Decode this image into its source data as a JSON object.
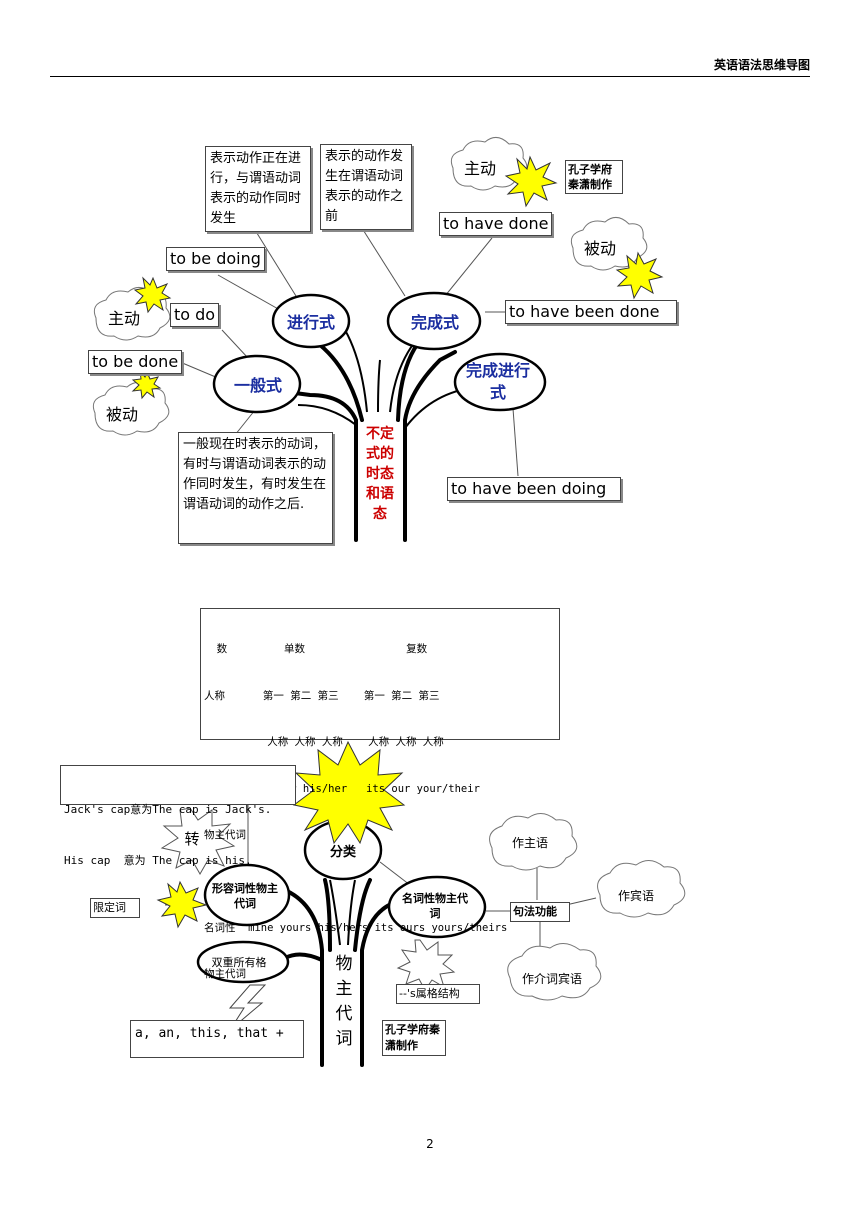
{
  "header": {
    "title": "英语语法思维导图"
  },
  "page_number": "2",
  "diagram1": {
    "trunk_label": "不定式的时态和语态",
    "nodes": {
      "simple": "一般式",
      "progressive": "进行式",
      "perfect": "完成式",
      "perfect_progressive": "完成进行式"
    },
    "desc_progressive": "表示动作正在进行，与谓语动词表示的动作同时发生",
    "desc_perfect": "表示的动作发生在谓语动词表示的动作之前",
    "desc_simple": "一般现在时表示的动词，有时与谓语动词表示的动作同时发生，有时发生在谓语动词的动作之后.",
    "forms": {
      "to_be_doing": "to be doing",
      "to_do": "to do",
      "to_be_done": "to be done",
      "to_have_done": "to have done",
      "to_have_been_done": "to have been done",
      "to_have_been_doing": "to have been doing"
    },
    "clouds": {
      "active_left": "主动",
      "passive_left": "被动",
      "active_right": "主动",
      "passive_right": "被动"
    },
    "credit": "孔子学府秦潇制作"
  },
  "diagram2": {
    "table": {
      "row1": "  数         单数                复数",
      "row2": "人称      第一 第二 第三    第一 第二 第三",
      "row3": "          人称 人称 人称    人称 人称 人称",
      "row4": "形容词性 my your his/her   its our your/their",
      "row5": "物主代词",
      "row6": "名词性  mine yours his/hers its ours yours/theirs",
      "row7": "物主代词"
    },
    "example_line1": "Jack's cap意为The cap is Jack's.",
    "example_line2": "His cap  意为 The cap is his.",
    "trunk_label": "物主代词",
    "nodes": {
      "classify": "分类",
      "adjectival": "形容词性物主代词",
      "nominal": "名词性物主代词",
      "double": "双重所有格",
      "syntax": "句法功能"
    },
    "labels": {
      "transform": "转",
      "determiner": "限定词",
      "possessive_structure": "--'s属格结构",
      "determiners_list": "a, an, this, that +",
      "credit": "孔子学府秦潇制作"
    },
    "clouds": {
      "subject": "作主语",
      "object": "作宾语",
      "prep_object": "作介词宾语"
    }
  }
}
